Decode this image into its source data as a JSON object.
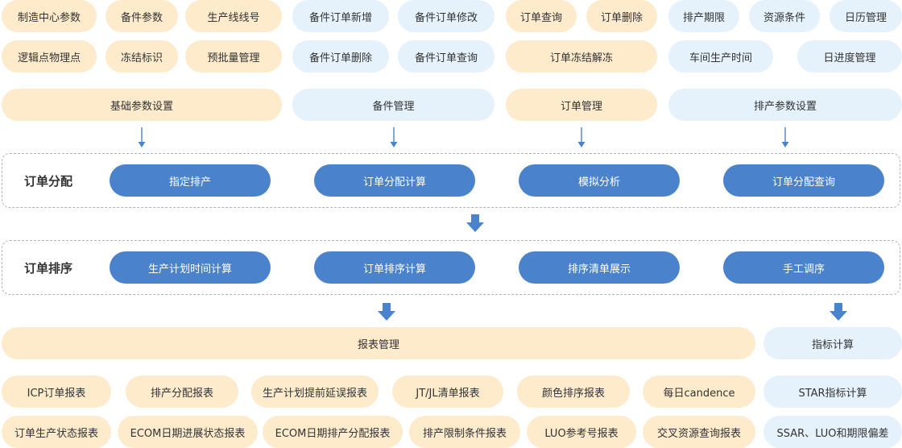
{
  "top_params": {
    "row1": [
      "制造中心参数",
      "备件参数",
      "生产线线号"
    ],
    "row2": [
      "逻辑点物理点",
      "冻结标识",
      "预批量管理"
    ]
  },
  "top_spare": {
    "row1": [
      "备件订单新增",
      "备件订单修改"
    ],
    "row2": [
      "备件订单删除",
      "备件订单查询"
    ]
  },
  "top_order": {
    "row1": [
      "订单查询",
      "订单删除"
    ],
    "row2": [
      "订单冻结解冻"
    ]
  },
  "top_schedule": {
    "row1": [
      "排产期限",
      "资源条件",
      "日历管理"
    ],
    "row2": [
      "车间生产时间",
      "日进度管理"
    ]
  },
  "categories": [
    "基础参数设置",
    "备件管理",
    "订单管理",
    "排产参数设置"
  ],
  "allocation": {
    "label": "订单分配",
    "buttons": [
      "指定排产",
      "订单分配计算",
      "模拟分析",
      "订单分配查询"
    ]
  },
  "sorting": {
    "label": "订单排序",
    "buttons": [
      "生产计划时间计算",
      "订单排序计算",
      "排序清单展示",
      "手工调序"
    ]
  },
  "reports": {
    "header": "报表管理",
    "row1": [
      "ICP订单报表",
      "排产分配报表",
      "生产计划提前延误报表",
      "JT/JL清单报表",
      "颜色排序报表",
      "每日candence"
    ],
    "row2": [
      "订单生产状态报表",
      "ECOM日期进展状态报表",
      "ECOM日期排产分配报表",
      "排产限制条件报表",
      "LUO参考号报表",
      "交叉资源查询报表"
    ]
  },
  "indicators": {
    "header": "指标计算",
    "items": [
      "STAR指标计算",
      "SSAR、LUO和期限偏差"
    ]
  },
  "colors": {
    "orange_fill": "#fdebcc",
    "blue_fill": "#e5f2fc",
    "button_blue": "#4a83cc",
    "arrow_blue": "#4a83cc"
  }
}
